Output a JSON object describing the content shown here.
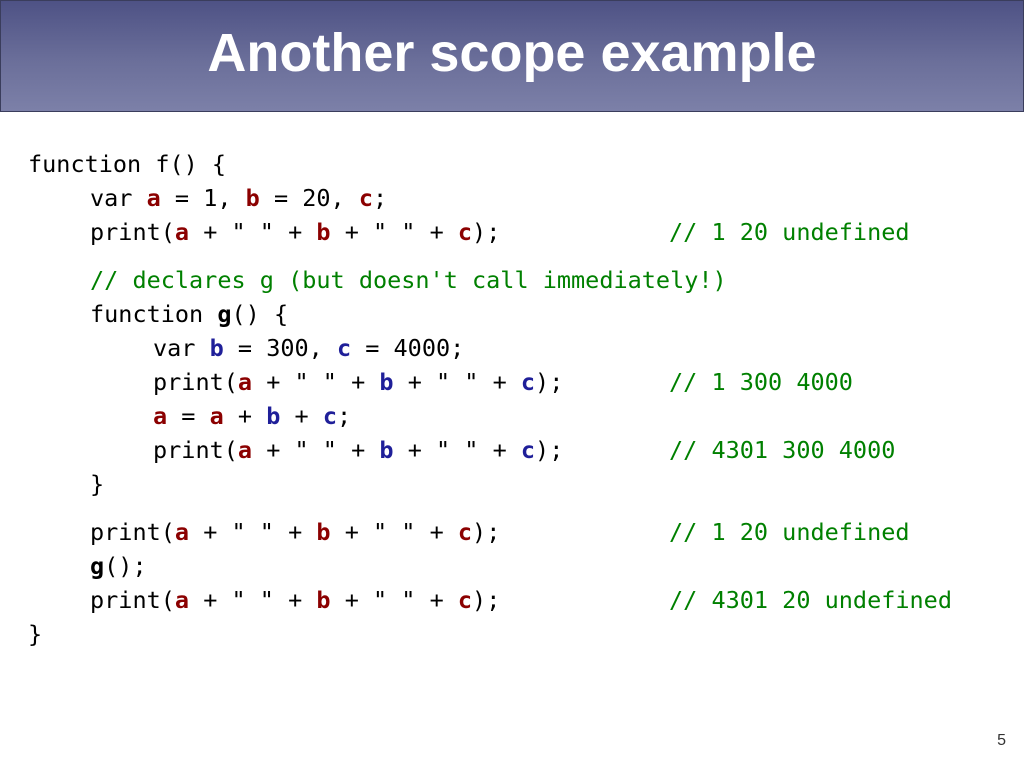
{
  "slide": {
    "title": "Another scope example",
    "page_number": "5"
  },
  "code": {
    "l1": "function f() {",
    "l2_a": "var ",
    "l2_v1": "a",
    "l2_b": " = 1, ",
    "l2_v2": "b",
    "l2_c": " = 20, ",
    "l2_v3": "c",
    "l2_d": ";",
    "l3_a": "print(",
    "l3_v1": "a",
    "l3_b": " + \" \" + ",
    "l3_v2": "b",
    "l3_c": " + \" \" + ",
    "l3_v3": "c",
    "l3_d": ");",
    "l3_comment": "// 1 20 undefined",
    "l4_comment": "// declares g (but doesn't call immediately!)",
    "l5_a": "function ",
    "l5_g": "g",
    "l5_b": "() {",
    "l6_a": "var ",
    "l6_v1": "b",
    "l6_b": " = 300, ",
    "l6_v2": "c",
    "l6_c": " = 4000;",
    "l7_a": "print(",
    "l7_v1": "a",
    "l7_b": " + \" \" + ",
    "l7_v2": "b",
    "l7_c": " + \" \" + ",
    "l7_v3": "c",
    "l7_d": ");",
    "l7_comment": "// 1 300 4000",
    "l8_v1": "a",
    "l8_a": " = ",
    "l8_v2": "a",
    "l8_b": " + ",
    "l8_v3": "b",
    "l8_c": " + ",
    "l8_v4": "c",
    "l8_d": ";",
    "l9_a": "print(",
    "l9_v1": "a",
    "l9_b": " + \" \" + ",
    "l9_v2": "b",
    "l9_c": " + \" \" + ",
    "l9_v3": "c",
    "l9_d": ");",
    "l9_comment": "// 4301 300 4000",
    "l10": "}",
    "l11_a": "print(",
    "l11_v1": "a",
    "l11_b": " + \" \" + ",
    "l11_v2": "b",
    "l11_c": " + \" \" + ",
    "l11_v3": "c",
    "l11_d": ");",
    "l11_comment": "// 1 20 undefined",
    "l12_g": "g",
    "l12_a": "();",
    "l13_a": "print(",
    "l13_v1": "a",
    "l13_b": " + \" \" + ",
    "l13_v2": "b",
    "l13_c": " + \" \" + ",
    "l13_v3": "c",
    "l13_d": ");",
    "l13_comment": "// 4301 20 undefined",
    "l14": "}"
  },
  "colors": {
    "outer_var": "#8b0000",
    "inner_var": "#1f1f99",
    "comment": "#008000",
    "title_bar": "#5e6290"
  }
}
